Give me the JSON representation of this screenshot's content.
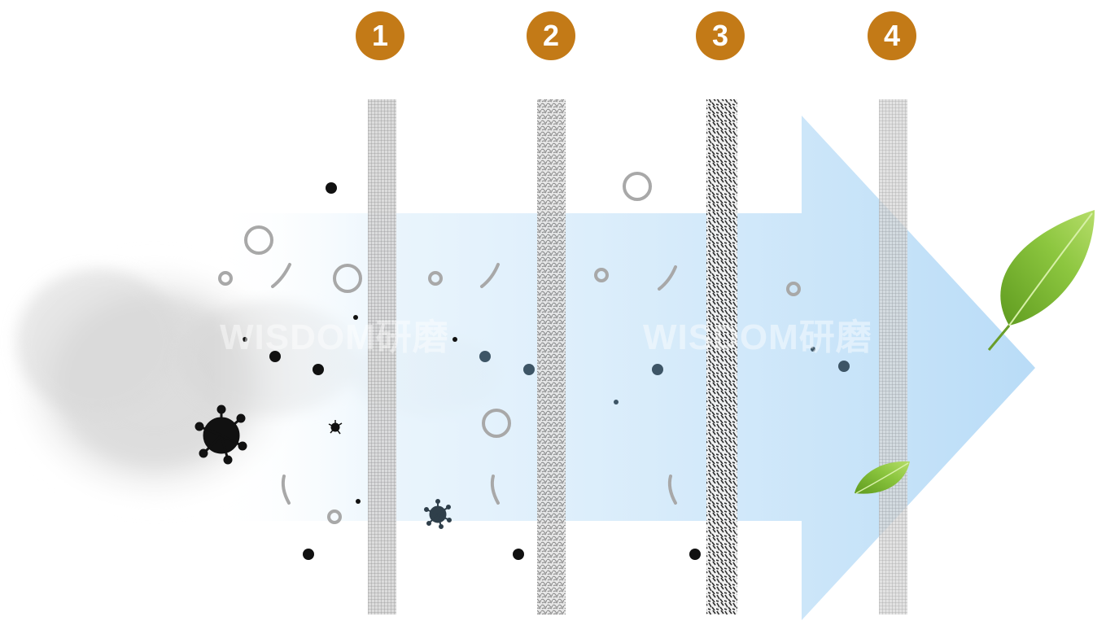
{
  "badges": [
    {
      "label": "1"
    },
    {
      "label": "2"
    },
    {
      "label": "3"
    },
    {
      "label": "4"
    }
  ],
  "watermark": {
    "text": "WISDOM研磨"
  },
  "colors": {
    "badge": "#c37a17",
    "arrow": "#b9dcf7",
    "particle": "#111111",
    "particle_filtered": "#3d5566",
    "ring": "#a8a8a8",
    "leaf": "#8cc63f"
  },
  "icons": {
    "smoke": "smoke-cloud-icon",
    "virus": "virus-icon",
    "leaf": "leaf-icon"
  }
}
